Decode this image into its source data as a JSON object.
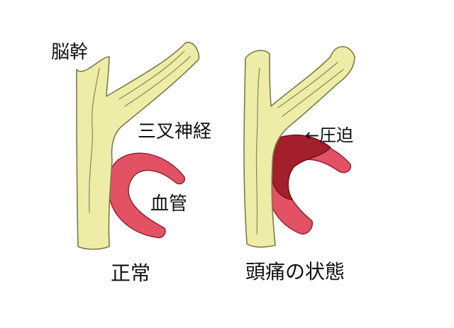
{
  "labels": {
    "brainstem": "脳幹",
    "trigeminal_nerve": "三叉神経",
    "blood_vessel": "血管",
    "compression": "←圧迫",
    "normal": "正常",
    "headache_state": "頭痛の状態"
  },
  "colors": {
    "nerve_fill": "#eeeda8",
    "vessel": "#e35165",
    "vessel_compressed": "#a31f2b",
    "text": "#111111"
  }
}
